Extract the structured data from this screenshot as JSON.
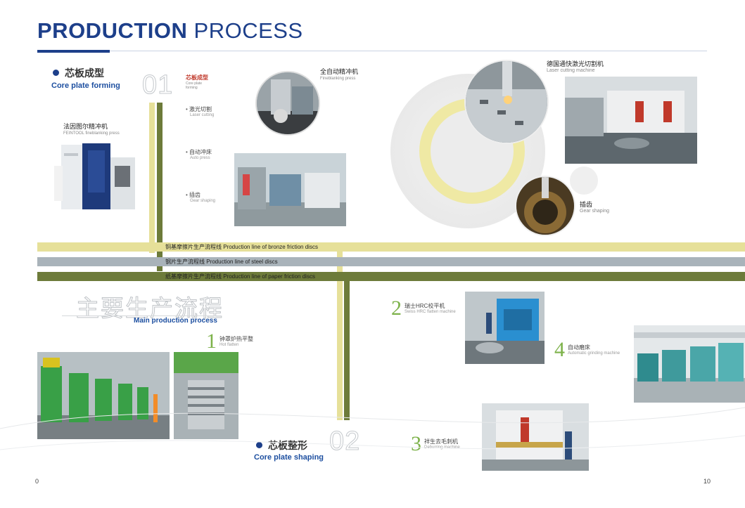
{
  "header": {
    "title_bold": "PRODUCTION",
    "title_light": "PROCESS"
  },
  "section1": {
    "number": "01",
    "title_cn": "芯板成型",
    "title_en": "Core plate forming",
    "sub_cn": "芯板成型",
    "sub_en": "Core plate forming",
    "machine_cn": "法因图尔精冲机",
    "machine_en": "FEINTOOL fineblanking press",
    "steps": [
      {
        "cn": "激光切割",
        "en": "Laser cutting"
      },
      {
        "cn": "自动冲床",
        "en": "Auto press"
      },
      {
        "cn": "插齿",
        "en": "Gear shaping"
      }
    ],
    "fineblank_cn": "全自动精冲机",
    "fineblank_en": "Fineblanking press",
    "laser_cn": "德国通快激光切割机",
    "laser_en": "Laser cutting machine",
    "gear_cn": "插齿",
    "gear_en": "Gear shaping"
  },
  "bands": {
    "bronze": "铜基摩擦片生产流程线 Production line of bronze friction discs",
    "steel": "钢片生产流程线 Production line of steel discs",
    "paper": "纸基摩擦片生产流程线 Production line of paper friction discs"
  },
  "main_process": {
    "title_cn": "主要生产流程",
    "title_en": "Main production process"
  },
  "process_steps": [
    {
      "num": "1",
      "cn": "钟罩炉热平整",
      "en": "Hot flatten"
    },
    {
      "num": "2",
      "cn": "瑞士HRC校平机",
      "en": "Swiss HRC flatten machine"
    },
    {
      "num": "3",
      "cn": "祥生去毛刺机",
      "en": "Deburring machine"
    },
    {
      "num": "4",
      "cn": "自动磨床",
      "en": "Automatic grinding machine"
    }
  ],
  "section2": {
    "number": "02",
    "title_cn": "芯板整形",
    "title_en": "Core plate shaping"
  },
  "page_numbers": {
    "left": "0",
    "right": "10"
  },
  "colors": {
    "brand_blue": "#1d3f8a",
    "bronze_band": "#e6e099",
    "steel_band": "#a9b3ba",
    "paper_band": "#6d7b3a",
    "accent_green": "#7db24a"
  }
}
